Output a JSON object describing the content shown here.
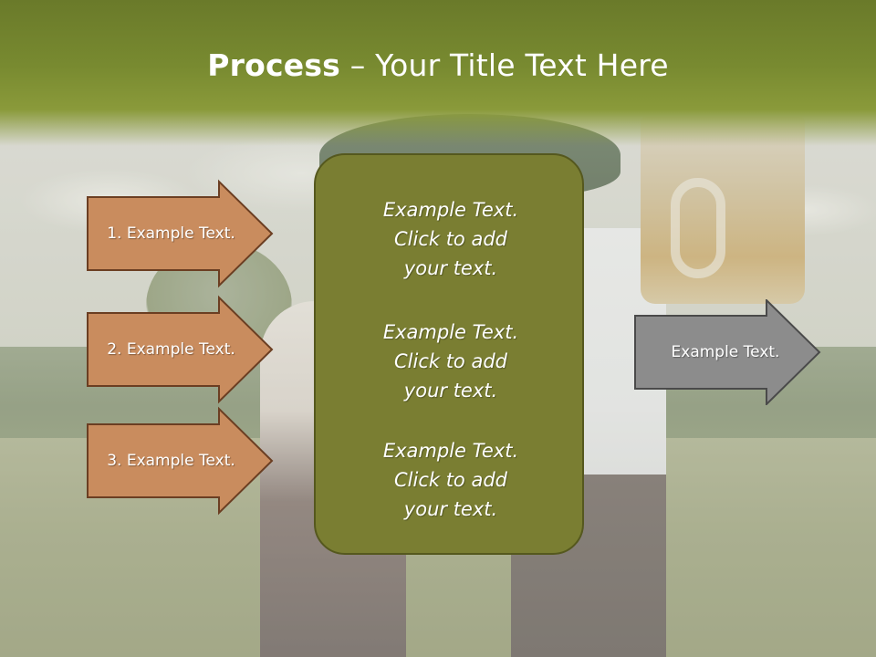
{
  "title": {
    "bold": "Process",
    "rest": " – Your Title Text Here"
  },
  "left_arrows": [
    {
      "label": "1. Example Text."
    },
    {
      "label": "2. Example Text."
    },
    {
      "label": "3. Example Text."
    }
  ],
  "center_items": [
    {
      "text": "Example Text.\nClick  to add\nyour text."
    },
    {
      "text": "Example Text.\nClick  to add\nyour text."
    },
    {
      "text": "Example Text.\nClick  to add\nyour text."
    }
  ],
  "right_arrow": {
    "label": "Example Text."
  },
  "colors": {
    "title_band": "#788a30",
    "left_arrow_fill": "#c98c5e",
    "left_arrow_stroke": "#6b3e22",
    "center_box_fill": "#7a7e32",
    "right_arrow_fill": "#8c8c8c",
    "right_arrow_stroke": "#4a4a4a"
  }
}
